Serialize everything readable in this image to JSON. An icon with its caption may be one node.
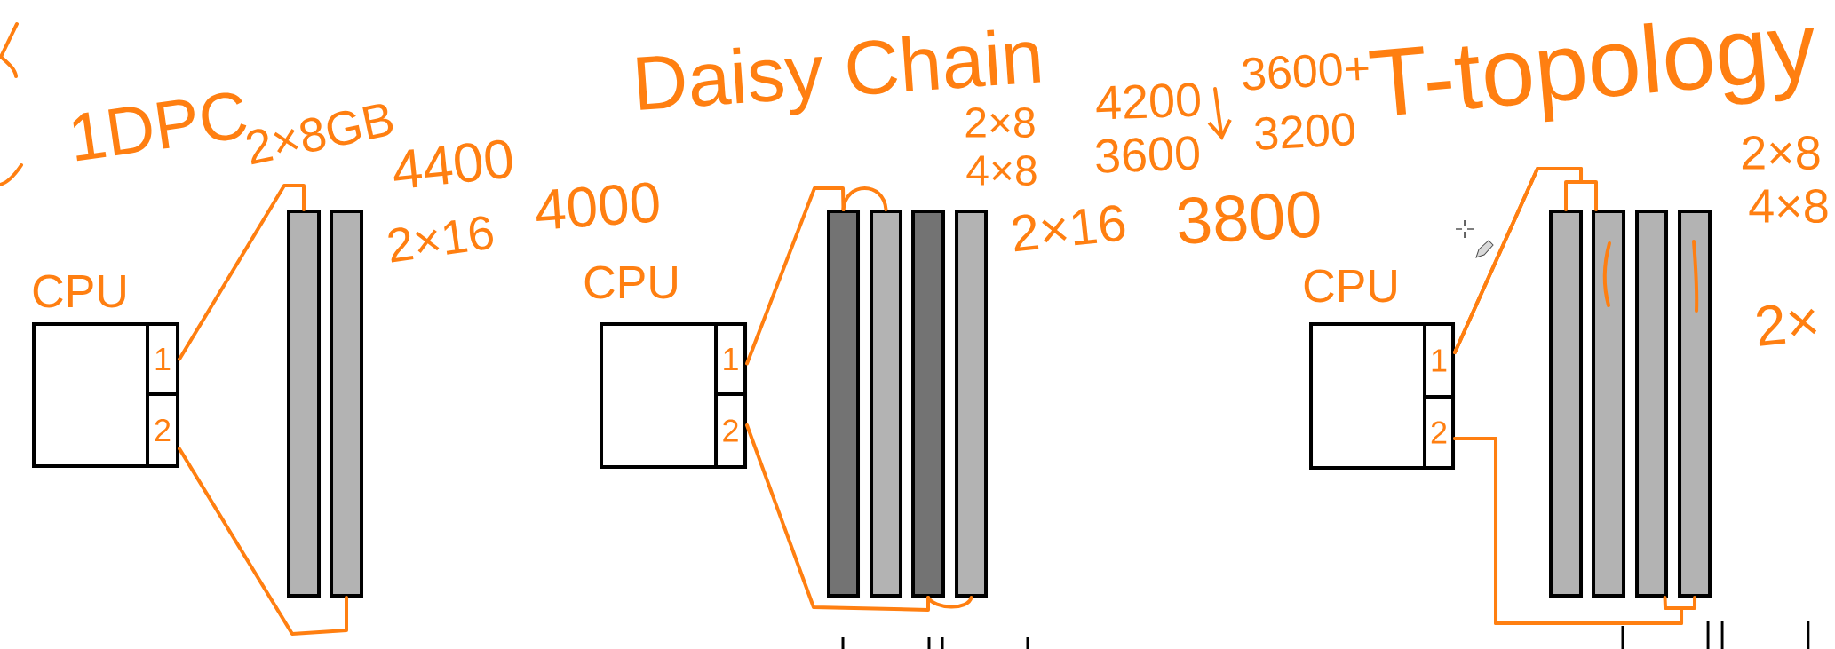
{
  "diagram": {
    "nodes": [
      {
        "text": [
          "CPU"
        ]
      },
      {
        "text": [
          "1"
        ],
        "in": 0
      },
      {
        "text": [
          "2"
        ],
        "in": 0
      },
      {
        "text": [],
        "shape": "bar"
      },
      {
        "text": [],
        "shape": "bar"
      },
      {
        "text": [
          "CPU"
        ]
      },
      {
        "text": [
          "1"
        ],
        "in": 5
      },
      {
        "text": [
          "2"
        ],
        "in": 5
      },
      {
        "text": [],
        "shape": "bar"
      },
      {
        "text": [],
        "shape": "bar"
      },
      {
        "text": [],
        "shape": "bar"
      },
      {
        "text": [],
        "shape": "bar"
      },
      {
        "text": [
          "CPU"
        ]
      },
      {
        "text": [
          "1"
        ],
        "in": 12
      },
      {
        "text": [
          "2"
        ],
        "in": 12
      },
      {
        "text": [],
        "shape": "bar"
      },
      {
        "text": [],
        "shape": "bar"
      },
      {
        "text": [],
        "shape": "bar"
      },
      {
        "text": [],
        "shape": "bar"
      }
    ],
    "edges": [
      {
        "from": 1,
        "to": 3,
        "arrow": "none"
      },
      {
        "from": 2,
        "to": 4,
        "arrow": "none"
      },
      {
        "from": 6,
        "to": 8,
        "arrow": "none"
      },
      {
        "from": 8,
        "to": 9,
        "arrow": "none"
      },
      {
        "from": 7,
        "to": 10,
        "arrow": "none"
      },
      {
        "from": 10,
        "to": 11,
        "arrow": "none"
      },
      {
        "from": 13,
        "to": 15,
        "arrow": "none"
      },
      {
        "from": 13,
        "to": 16,
        "arrow": "none"
      },
      {
        "from": 14,
        "to": 17,
        "arrow": "none"
      },
      {
        "from": 14,
        "to": 18,
        "arrow": "none"
      }
    ],
    "labels": [
      "1DPC",
      "2×8GB",
      "4400",
      "2×16",
      "4000",
      "Daisy Chain",
      "2×8",
      "4×8",
      "4200",
      "3600",
      "2×16",
      "3800",
      "3600+",
      "3200",
      "T-topology",
      "2×8",
      "4×8",
      "2×"
    ]
  }
}
